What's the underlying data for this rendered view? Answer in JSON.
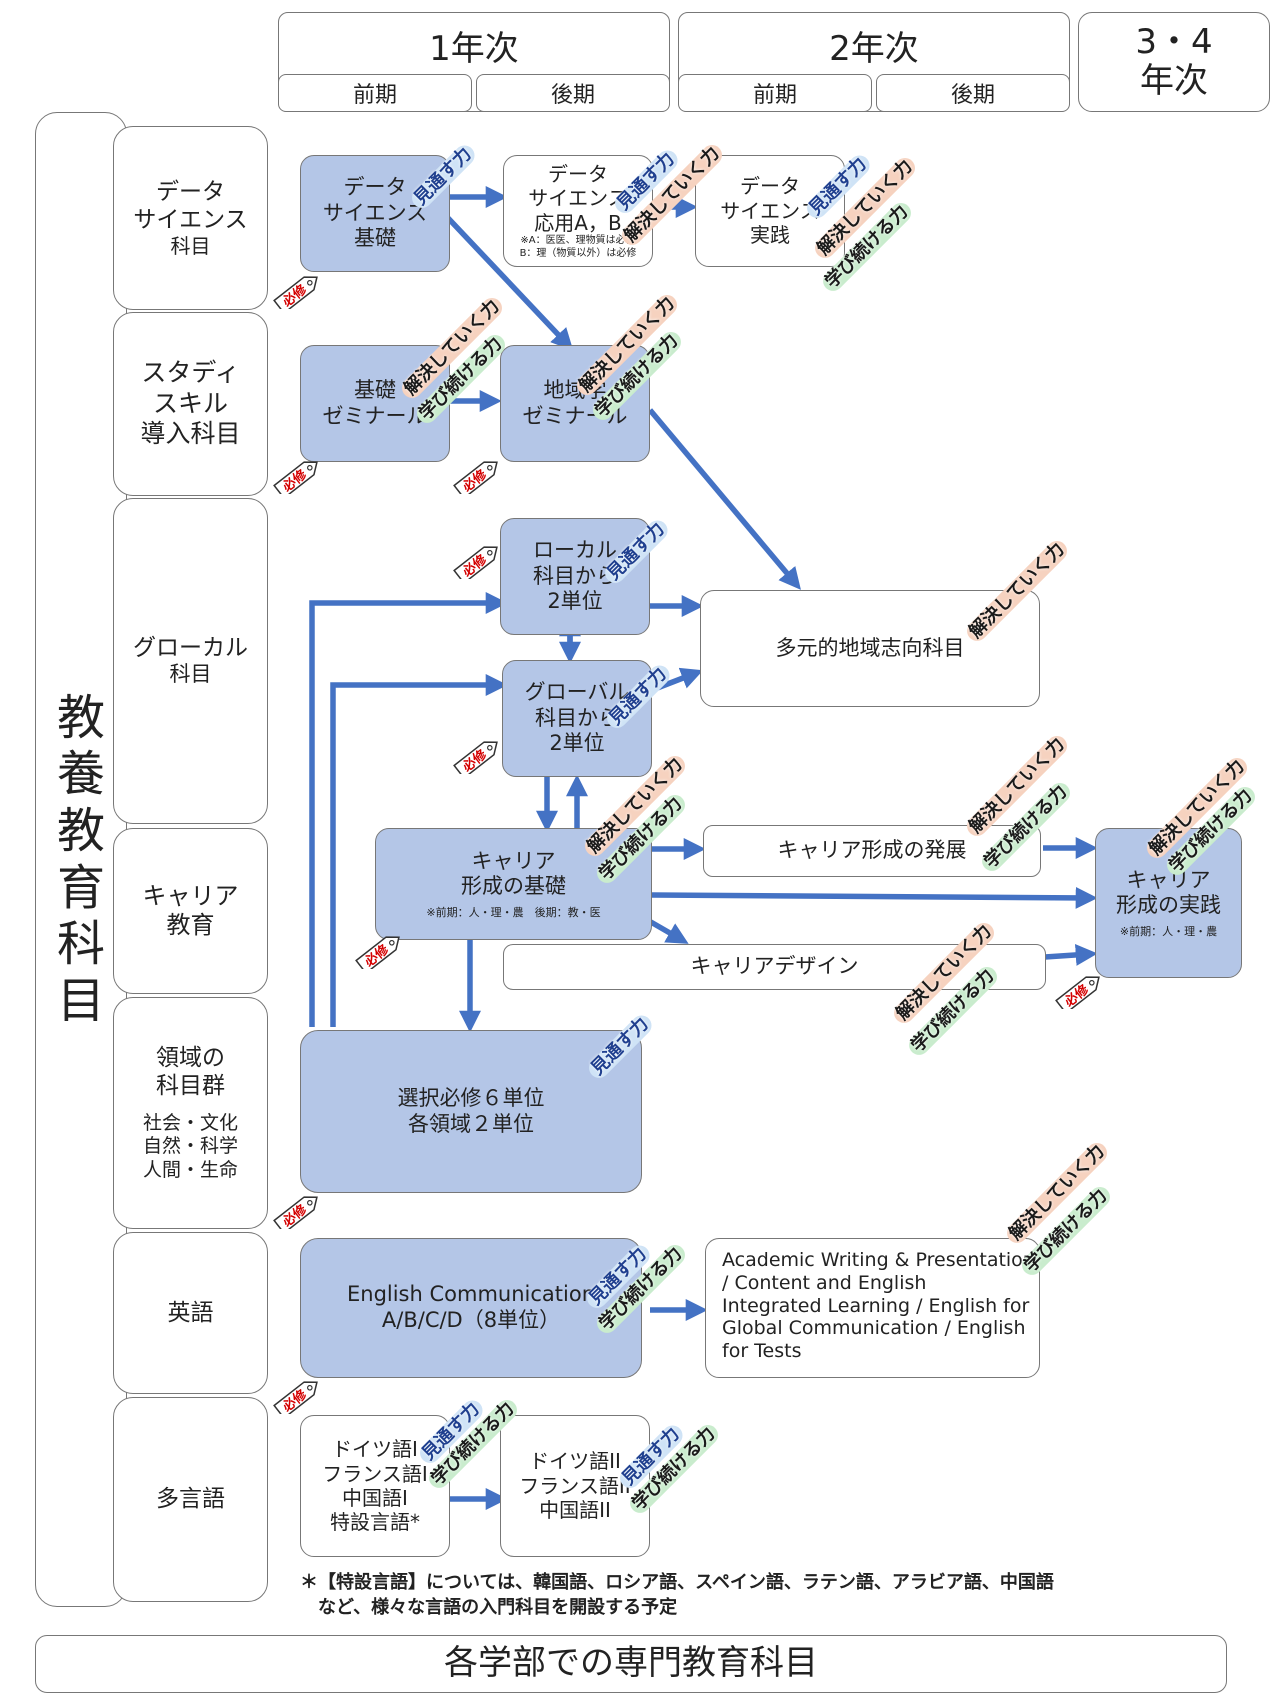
{
  "header": {
    "year1": "1年次",
    "year2": "2年次",
    "year34_line1": "3・4",
    "year34_line2": "年次",
    "first_term": "前期",
    "second_term": "後期"
  },
  "main_title": [
    "教",
    "養",
    "教",
    "育",
    "科",
    "目"
  ],
  "categories": {
    "data_science": [
      "データ",
      "サイエンス",
      "科目"
    ],
    "study_skill": [
      "スタディ",
      "スキル",
      "導入科目"
    ],
    "glocal": [
      "グローカル",
      "科目"
    ],
    "career": [
      "キャリア",
      "教育"
    ],
    "domain": [
      "領域の",
      "科目群"
    ],
    "domain_sub": [
      "社会・文化",
      "自然・科学",
      "人間・生命"
    ],
    "english": "英語",
    "multilang": "多言語"
  },
  "courses": {
    "ds_basic": [
      "データ",
      "サイエンス",
      "基礎"
    ],
    "ds_applied": [
      "データ",
      "サイエンス",
      "応用A，B"
    ],
    "ds_applied_note": [
      "※A：医医、理物質は必修",
      "B：理（物質以外）は必修"
    ],
    "ds_practice": [
      "データ",
      "サイエンス",
      "実践"
    ],
    "basic_seminar": [
      "基礎",
      "ゼミナール"
    ],
    "regional_seminar": [
      "地域学",
      "ゼミナール"
    ],
    "local": [
      "ローカル",
      "科目から",
      "2単位"
    ],
    "global": [
      "グローバル",
      "科目から",
      "2単位"
    ],
    "multi_regional": "多元的地域志向科目",
    "career_basic": [
      "キャリア",
      "形成の基礎"
    ],
    "career_basic_note": "※前期：人・理・農　後期：教・医",
    "career_dev": "キャリア形成の発展",
    "career_design": "キャリアデザイン",
    "career_practice": [
      "キャリア",
      "形成の実践"
    ],
    "career_practice_note": "※前期：人・理・農",
    "elective": [
      "選択必修６単位",
      "各領域２単位"
    ],
    "english_comm": [
      "English Communication",
      "A/B/C/D（8単位）"
    ],
    "academic_writing": [
      "Academic Writing & Presentation",
      "/ Content and English",
      "Integrated Learning / English for",
      "Global Communication / English",
      "for Tests"
    ],
    "lang1": [
      "ドイツ語I",
      "フランス語I",
      "中国語I",
      "特設言語*"
    ],
    "lang2": [
      "ドイツ語II",
      "フランス語II",
      "中国語II"
    ]
  },
  "footnote": [
    "＊【特設言語】については、韓国語、ロシア語、スペイン語、ラテン語、アラビア語、中国語",
    "　など、様々な言語の入門科目を開設する予定"
  ],
  "footer": "各学部での専門教育科目",
  "labels": {
    "required": "必修",
    "foresight": "見通す力",
    "solve": "解決していく力",
    "keep_learning": "学び続ける力"
  },
  "colors": {
    "course_blue": "#b4c6e7",
    "arrow": "#4472c4",
    "foresight_bg": "#cfe3f6",
    "solve_bg": "#f6d2bf",
    "learning_bg": "#c9eccd",
    "required_tag": "#d40000"
  }
}
